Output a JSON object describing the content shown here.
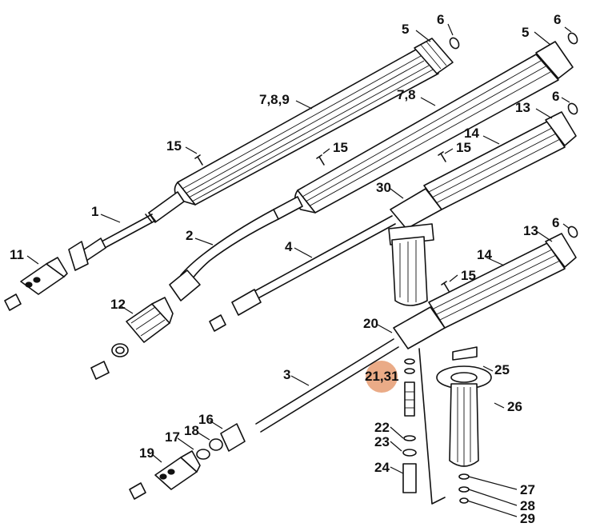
{
  "diagram": {
    "highlight_color": "#e8a27a",
    "callouts": [
      {
        "id": "c6a",
        "text": "6"
      },
      {
        "id": "c5a",
        "text": "5"
      },
      {
        "id": "c6b",
        "text": "6"
      },
      {
        "id": "c5b",
        "text": "5"
      },
      {
        "id": "c789",
        "text": "7,8,9"
      },
      {
        "id": "c78",
        "text": "7,8"
      },
      {
        "id": "c13a",
        "text": "13"
      },
      {
        "id": "c6c",
        "text": "6"
      },
      {
        "id": "c14a",
        "text": "14"
      },
      {
        "id": "c15a",
        "text": "15"
      },
      {
        "id": "c15b",
        "text": "15"
      },
      {
        "id": "c15c",
        "text": "15"
      },
      {
        "id": "c30",
        "text": "30"
      },
      {
        "id": "c1",
        "text": "1"
      },
      {
        "id": "c2",
        "text": "2"
      },
      {
        "id": "c4",
        "text": "4"
      },
      {
        "id": "c11",
        "text": "11"
      },
      {
        "id": "c12",
        "text": "12"
      },
      {
        "id": "c13b",
        "text": "13"
      },
      {
        "id": "c6d",
        "text": "6"
      },
      {
        "id": "c14b",
        "text": "14"
      },
      {
        "id": "c15d",
        "text": "15"
      },
      {
        "id": "c20",
        "text": "20"
      },
      {
        "id": "c2131",
        "text": "21,31"
      },
      {
        "id": "c25",
        "text": "25"
      },
      {
        "id": "c3",
        "text": "3"
      },
      {
        "id": "c26",
        "text": "26"
      },
      {
        "id": "c16",
        "text": "16"
      },
      {
        "id": "c18",
        "text": "18"
      },
      {
        "id": "c17",
        "text": "17"
      },
      {
        "id": "c22",
        "text": "22"
      },
      {
        "id": "c23",
        "text": "23"
      },
      {
        "id": "c19",
        "text": "19"
      },
      {
        "id": "c24",
        "text": "24"
      },
      {
        "id": "c27",
        "text": "27"
      },
      {
        "id": "c28",
        "text": "28"
      },
      {
        "id": "c29",
        "text": "29"
      }
    ]
  }
}
